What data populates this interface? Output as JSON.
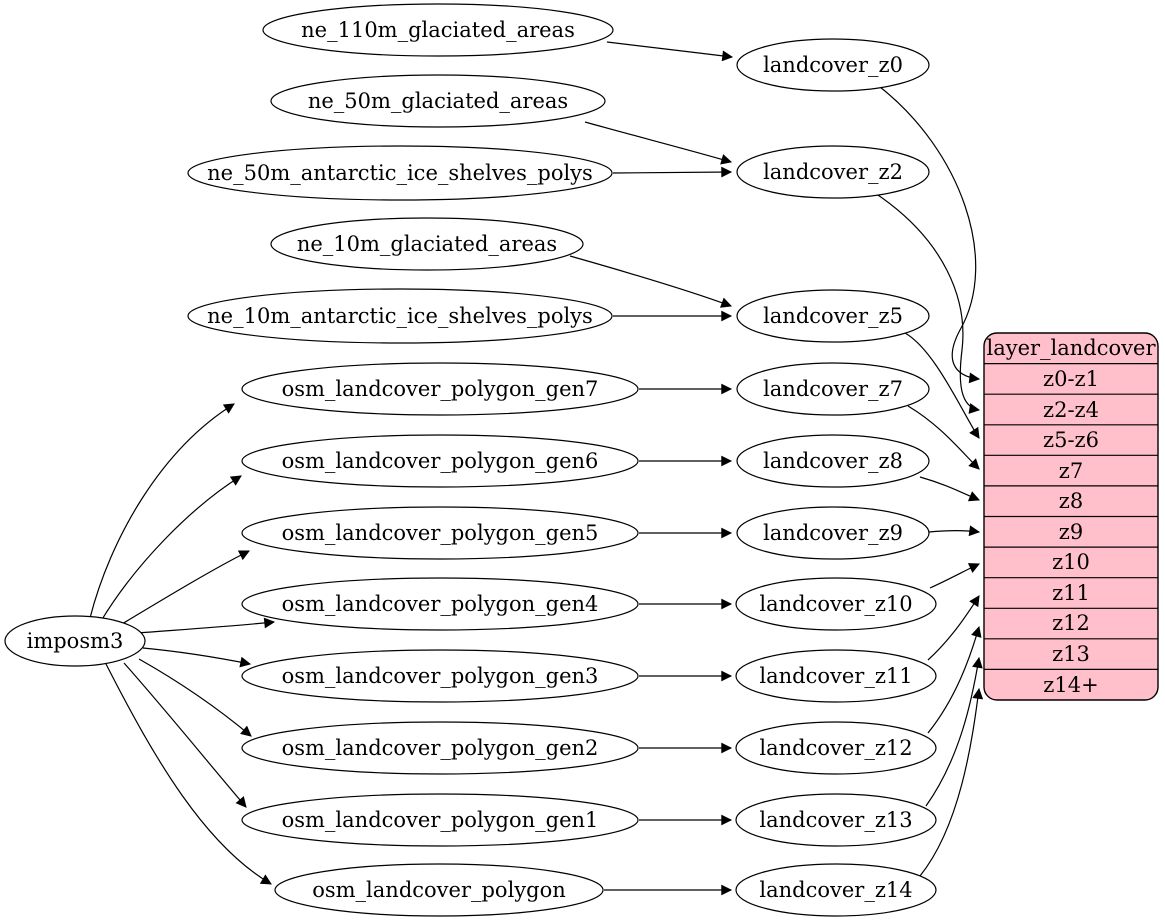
{
  "diagram": {
    "title_hint": "landcover layer build graph",
    "colors": {
      "background": "#ffffff",
      "node_fill": "#ffffff",
      "node_stroke": "#000000",
      "edge": "#000000",
      "table_fill": "#ffc0cb",
      "text": "#000000"
    },
    "tool": {
      "label": "imposm3"
    },
    "sources": [
      "ne_110m_glaciated_areas",
      "ne_50m_glaciated_areas",
      "ne_50m_antarctic_ice_shelves_polys",
      "ne_10m_glaciated_areas",
      "ne_10m_antarctic_ice_shelves_polys",
      "osm_landcover_polygon_gen7",
      "osm_landcover_polygon_gen6",
      "osm_landcover_polygon_gen5",
      "osm_landcover_polygon_gen4",
      "osm_landcover_polygon_gen3",
      "osm_landcover_polygon_gen2",
      "osm_landcover_polygon_gen1",
      "osm_landcover_polygon"
    ],
    "stages": [
      "landcover_z0",
      "landcover_z2",
      "landcover_z5",
      "landcover_z7",
      "landcover_z8",
      "landcover_z9",
      "landcover_z10",
      "landcover_z11",
      "landcover_z12",
      "landcover_z13",
      "landcover_z14"
    ],
    "layer_table": {
      "title": "layer_landcover",
      "rows": [
        "z0-z1",
        "z2-z4",
        "z5-z6",
        "z7",
        "z8",
        "z9",
        "z10",
        "z11",
        "z12",
        "z13",
        "z14+"
      ]
    },
    "edges": [
      {
        "from": "ne_110m_glaciated_areas",
        "to": "landcover_z0"
      },
      {
        "from": "ne_50m_glaciated_areas",
        "to": "landcover_z2"
      },
      {
        "from": "ne_50m_antarctic_ice_shelves_polys",
        "to": "landcover_z2"
      },
      {
        "from": "ne_10m_glaciated_areas",
        "to": "landcover_z5"
      },
      {
        "from": "ne_10m_antarctic_ice_shelves_polys",
        "to": "landcover_z5"
      },
      {
        "from": "imposm3",
        "to": "osm_landcover_polygon_gen7"
      },
      {
        "from": "imposm3",
        "to": "osm_landcover_polygon_gen6"
      },
      {
        "from": "imposm3",
        "to": "osm_landcover_polygon_gen5"
      },
      {
        "from": "imposm3",
        "to": "osm_landcover_polygon_gen4"
      },
      {
        "from": "imposm3",
        "to": "osm_landcover_polygon_gen3"
      },
      {
        "from": "imposm3",
        "to": "osm_landcover_polygon_gen2"
      },
      {
        "from": "imposm3",
        "to": "osm_landcover_polygon_gen1"
      },
      {
        "from": "imposm3",
        "to": "osm_landcover_polygon"
      },
      {
        "from": "osm_landcover_polygon_gen7",
        "to": "landcover_z7"
      },
      {
        "from": "osm_landcover_polygon_gen6",
        "to": "landcover_z8"
      },
      {
        "from": "osm_landcover_polygon_gen5",
        "to": "landcover_z9"
      },
      {
        "from": "osm_landcover_polygon_gen4",
        "to": "landcover_z10"
      },
      {
        "from": "osm_landcover_polygon_gen3",
        "to": "landcover_z11"
      },
      {
        "from": "osm_landcover_polygon_gen2",
        "to": "landcover_z12"
      },
      {
        "from": "osm_landcover_polygon_gen1",
        "to": "landcover_z13"
      },
      {
        "from": "osm_landcover_polygon",
        "to": "landcover_z14"
      },
      {
        "from": "landcover_z0",
        "to": "layer_landcover:z0-z1"
      },
      {
        "from": "landcover_z2",
        "to": "layer_landcover:z2-z4"
      },
      {
        "from": "landcover_z5",
        "to": "layer_landcover:z5-z6"
      },
      {
        "from": "landcover_z7",
        "to": "layer_landcover:z7"
      },
      {
        "from": "landcover_z8",
        "to": "layer_landcover:z8"
      },
      {
        "from": "landcover_z9",
        "to": "layer_landcover:z9"
      },
      {
        "from": "landcover_z10",
        "to": "layer_landcover:z10"
      },
      {
        "from": "landcover_z11",
        "to": "layer_landcover:z11"
      },
      {
        "from": "landcover_z12",
        "to": "layer_landcover:z12"
      },
      {
        "from": "landcover_z13",
        "to": "layer_landcover:z13"
      },
      {
        "from": "landcover_z14",
        "to": "layer_landcover:z14+"
      }
    ]
  }
}
